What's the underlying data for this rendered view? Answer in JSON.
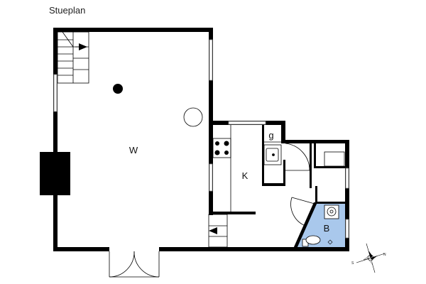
{
  "title": "Stueplan",
  "rooms": {
    "living": "W",
    "kitchen": "K",
    "storage": "g",
    "bath": "B"
  },
  "compass": {
    "north": "N",
    "south": "S"
  },
  "colors": {
    "wall": "#000000",
    "window": "#cfcfcf",
    "bath_floor": "#a9c8ec"
  }
}
